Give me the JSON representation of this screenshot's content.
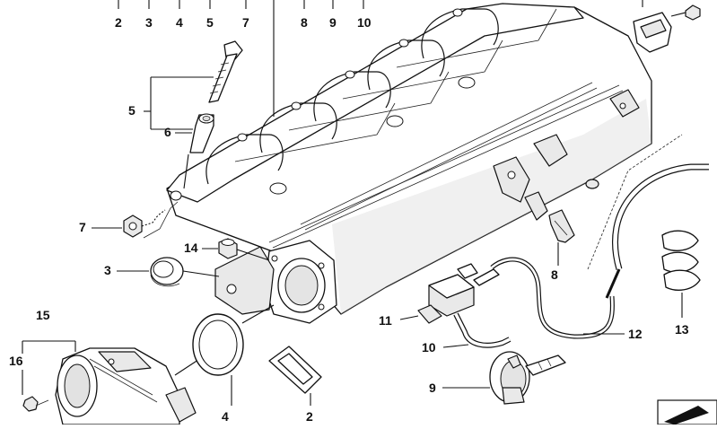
{
  "diagram": {
    "labels": {
      "top_2": "2",
      "top_3": "3",
      "top_4": "4",
      "top_5": "5",
      "top_7": "7",
      "top_8": "8",
      "top_9": "9",
      "top_10": "10",
      "left_5": "5",
      "left_6": "6",
      "left_7": "7",
      "left_14": "14",
      "left_3": "3",
      "mid_8": "8",
      "mid_11": "11",
      "mid_10": "10",
      "mid_12": "12",
      "mid_13": "13",
      "mid_9": "9",
      "bottom_15": "15",
      "bottom_16": "16",
      "bottom_4": "4",
      "bottom_2": "2"
    },
    "icons": [
      "intake-manifold-icon",
      "bolt-icon",
      "sleeve-icon",
      "nut-icon",
      "seal-ring-icon",
      "bracket-clip-icon",
      "clamp-icon",
      "valve-icon",
      "hose-icon",
      "throttle-body-icon",
      "gasket-icon",
      "vacuum-unit-icon",
      "sensor-icon",
      "screw-icon",
      "catalog-marker-icon"
    ]
  }
}
